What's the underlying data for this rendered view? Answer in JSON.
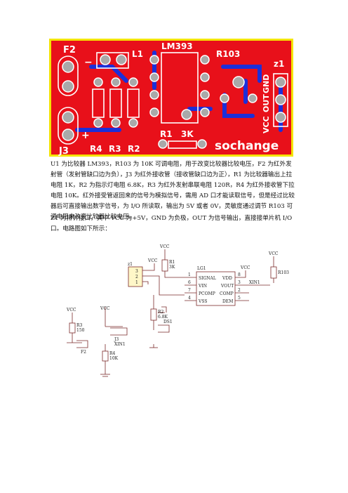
{
  "pcb": {
    "board_title": "LM393",
    "labels": {
      "f2": "F2",
      "l1": "L1",
      "r103": "R103",
      "z1": "z1",
      "gnd": "GND",
      "out": "OUT",
      "vcc": "VCC",
      "j3": "J3",
      "r4": "R4",
      "r3": "R3",
      "r2": "R2",
      "r1": "R1",
      "r1_value": "3K",
      "brand": "sochange",
      "minus": "−",
      "plus": "+"
    },
    "colors": {
      "board": "#e8101a",
      "edge": "#f4e400",
      "trace": "#1c2fd9",
      "silk": "#ffffff",
      "pad": "#a9a9a9"
    }
  },
  "paragraphs": {
    "p1": "U1 为比较器 LM393，R103 为 10K 可调电阻，用于改变比较器比较电压，F2 为红外发射管（发射管缺口边为负），J3 为红外接收管（接收管缺口边为正），R1 为比较器输出上拉电阻 1K，R2 为指示灯电阻 6.8K，R3 为红外发射串联电阻 120R，R4 为红外接收管下拉电阻 10K。红外接受管返回来的信号为模拟信号，需用 AD 口才能读取信号，但是经过比较器后可直接输出数字信号，为 I/O 所读取，输出为 5V 或者 0V，灵敏度通过调节 R103 可调电阻来改变比较器比较电压。",
    "p2": "Z1 为排针接口，其中 VCC 为+5V，GND 为负极，OUT 为信号输出，直接接单片机 I/O 口。电路图如下所示："
  },
  "schematic": {
    "vcc": "VCC",
    "z1": "z1",
    "z1_pins": [
      "3",
      "2",
      "1"
    ],
    "r1": "R1",
    "r1_value": "3K",
    "lg1": "LG1",
    "ic_left": [
      "SIGNAL",
      "VIN",
      "PCOMP",
      "VSS"
    ],
    "ic_left_pins": [
      "1",
      "6",
      "7",
      "4"
    ],
    "ic_right": [
      "VDD",
      "VOUT",
      "COMP",
      "DEM"
    ],
    "ic_right_pins": [
      "8",
      "3",
      "2",
      "5"
    ],
    "xin1": "XIN1",
    "r103": "R103",
    "r2": "R2",
    "r2_value": "6.8K",
    "ds1": "DS1",
    "r3": "R3",
    "r3_value": "150",
    "f2": "F2",
    "j3": "J3",
    "r4": "R4",
    "r4_value": "10K"
  }
}
